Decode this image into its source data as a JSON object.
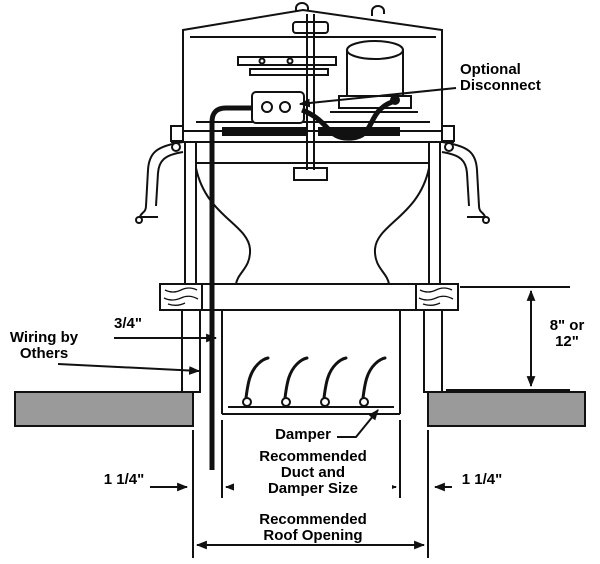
{
  "title": "Roof exhaust ventilator installation section",
  "colors": {
    "line": "#111111",
    "roof_fill": "#9a9a9a"
  },
  "labels": {
    "optional_disconnect": "Optional\nDisconnect",
    "wiring_by_others": "Wiring by\nOthers",
    "gap_dim": "3/4\"",
    "curb_height_dim": "8\" or 12\"",
    "damper": "Damper",
    "left_clearance_dim": "1 1/4\"",
    "right_clearance_dim": "1 1/4\"",
    "duct_dim": "Recommended\nDuct and\nDamper Size",
    "roof_opening_dim": "Recommended\nRoof Opening"
  }
}
